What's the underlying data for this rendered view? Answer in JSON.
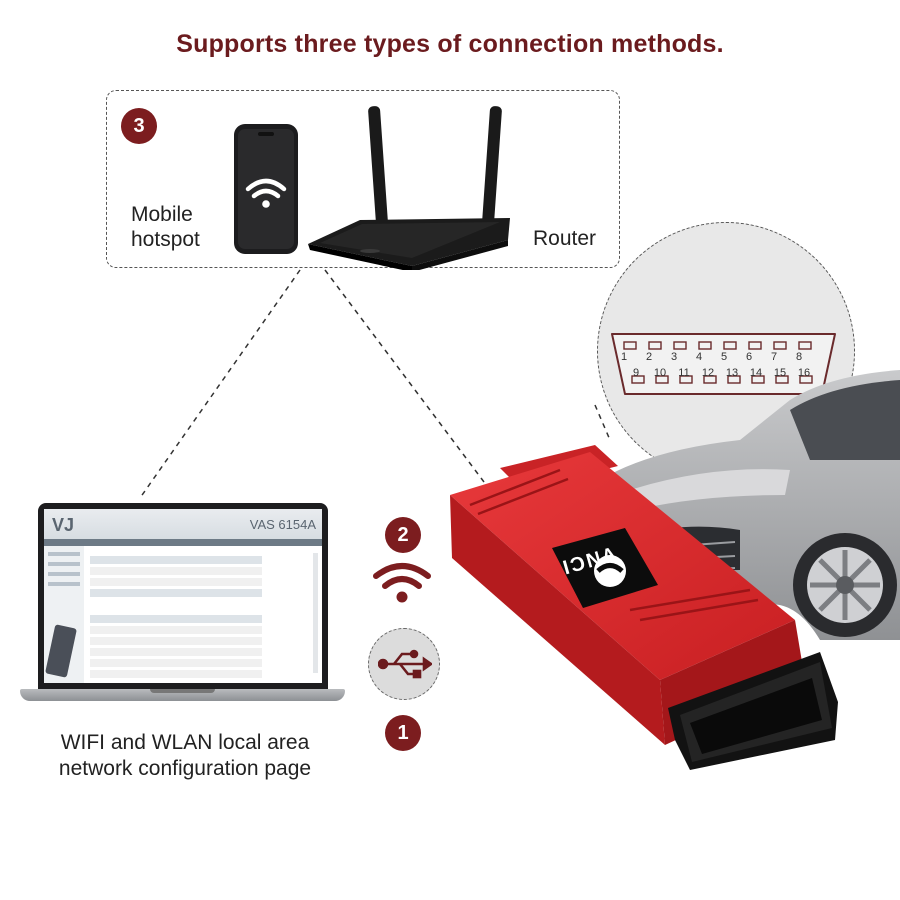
{
  "headline": "Supports three types of connection methods.",
  "top_box": {
    "badge": "3",
    "mobile_label_line1": "Mobile",
    "mobile_label_line2": "hotspot",
    "router_label": "Router"
  },
  "middle": {
    "badge_wifi": "2",
    "badge_usb": "1"
  },
  "laptop": {
    "screen_title": "VAS 6154A",
    "caption_line1": "WIFI and WLAN local area",
    "caption_line2": "network configuration page"
  },
  "obd_connector": {
    "pins_top": [
      "1",
      "2",
      "3",
      "4",
      "5",
      "6",
      "7",
      "8"
    ],
    "pins_bottom": [
      "9",
      "10",
      "11",
      "12",
      "13",
      "14",
      "15",
      "16"
    ]
  },
  "device": {
    "brand": "VNCI"
  },
  "colors": {
    "headline": "#6b1b1e",
    "badge": "#7c1d1f",
    "device_red": "#d8282b"
  },
  "icons": [
    "wifi-icon",
    "usb-icon",
    "smartphone-icon",
    "router-icon",
    "laptop-icon",
    "car-image"
  ]
}
